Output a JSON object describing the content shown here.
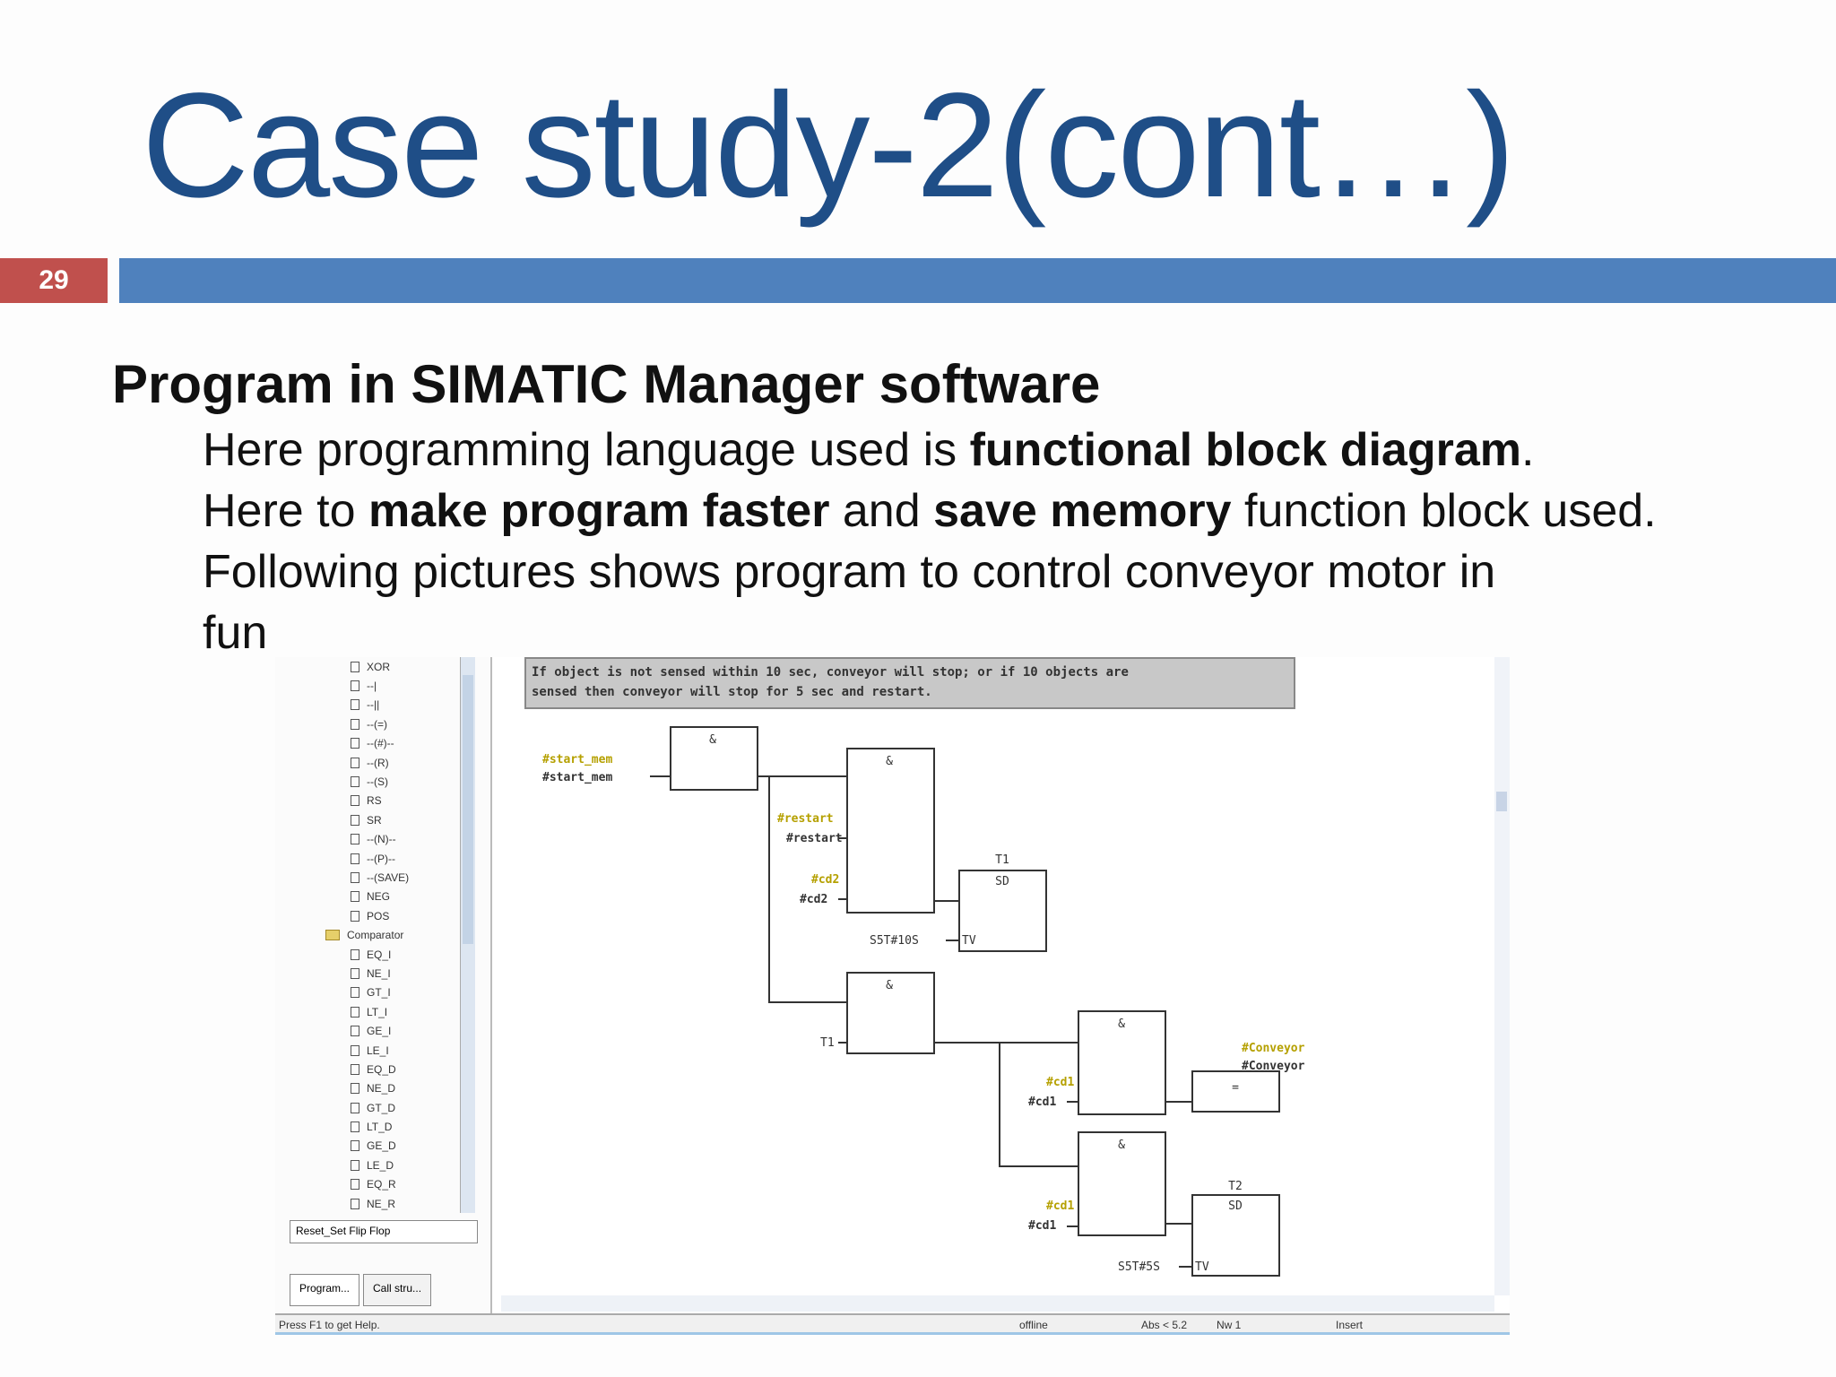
{
  "slide": {
    "title": "Case study-2(cont…)",
    "number": "29",
    "heading": "Program in SIMATIC Manager software",
    "p1_pre": "Here programming language used is ",
    "p1_bold": "functional block diagram",
    "p1_post": ".",
    "p2_a": "Here to ",
    "p2_b": "make program faster",
    "p2_c": " and ",
    "p2_d": "save memory",
    "p2_e": " function block used.",
    "p3": "Following pictures shows program to control conveyor motor in",
    "p4": "fun"
  },
  "tree": {
    "items": [
      "XOR",
      "--|",
      "--||",
      "--(=)",
      "--(#)--",
      "--(R)",
      "--(S)",
      "RS",
      "SR",
      "--(N)--",
      "--(P)--",
      "--(SAVE)",
      "NEG",
      "POS",
      "Comparator",
      "EQ_I",
      "NE_I",
      "GT_I",
      "LT_I",
      "GE_I",
      "LE_I",
      "EQ_D",
      "NE_D",
      "GT_D",
      "LT_D",
      "GE_D",
      "LE_D",
      "EQ_R",
      "NE_R"
    ],
    "folder_index": 14,
    "path": "Reset_Set Flip Flop",
    "tabs": [
      "Program...",
      "Call stru..."
    ]
  },
  "fbd": {
    "comment_l1": "If object is not sensed within 10 sec, conveyor will stop; or if 10 objects are",
    "comment_l2": "sensed then conveyor will stop for 5 sec and restart.",
    "and": "&",
    "start_sym": "#start_mem",
    "start_addr": "#start_mem",
    "restart_sym": "#restart",
    "restart_addr": "#restart",
    "cd2_sym": "#cd2",
    "cd2_addr": "#cd2",
    "t1": "T1",
    "sd": "SD",
    "tv": "TV",
    "s5t10": "S5T#10S",
    "t1_in": "T1",
    "conveyor_sym": "#Conveyor",
    "conveyor_addr": "#Conveyor",
    "assign": "=",
    "cd1_sym": "#cd1",
    "cd1_addr": "#cd1",
    "cd1b_sym": "#cd1",
    "cd1b_addr": "#cd1",
    "t2": "T2",
    "s5t5": "S5T#5S"
  },
  "status": {
    "help": "Press F1 to get Help.",
    "mode": "offline",
    "abs": "Abs < 5.2",
    "nw": "Nw 1",
    "insert": "Insert"
  }
}
